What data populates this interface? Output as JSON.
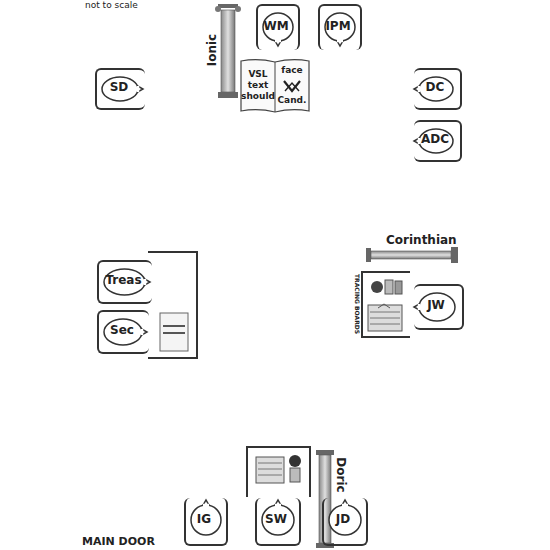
{
  "diagram": {
    "nodes": [
      {
        "text": [
          "WM"
        ]
      },
      {
        "text": [
          "IPM"
        ]
      },
      {
        "text": [
          "VSL text should",
          "face Cand."
        ]
      },
      {
        "text": [
          "SD"
        ]
      },
      {
        "text": [
          "DC"
        ]
      },
      {
        "text": [
          "ADC"
        ]
      },
      {
        "text": [
          "Treas"
        ]
      },
      {
        "text": [
          "Sec"
        ]
      },
      {
        "text": [
          "JW"
        ]
      },
      {
        "text": [
          "IG"
        ]
      },
      {
        "text": [
          "SW"
        ]
      },
      {
        "text": [
          "JD"
        ]
      }
    ],
    "labels": [
      "not to scale",
      "Ionic",
      "Corinthian",
      "TRACING BOARDS",
      "Doric",
      "MAIN DOOR"
    ]
  }
}
